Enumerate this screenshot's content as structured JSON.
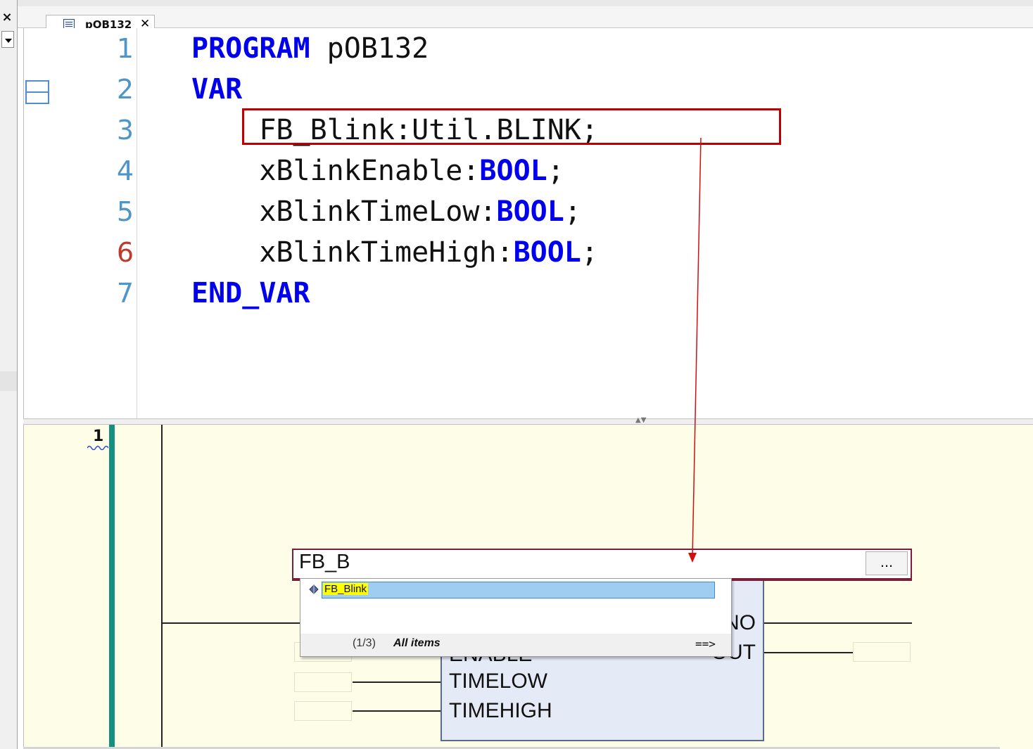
{
  "window": {
    "close_glyph": "×",
    "tab": {
      "label": "pOB132",
      "close_glyph": "✕",
      "icon": "program-pou-icon"
    }
  },
  "editor": {
    "lines": [
      {
        "number": "1",
        "tokens": [
          {
            "text": "PROGRAM",
            "kind": "keyword"
          },
          {
            "text": " pOB132",
            "kind": "plain"
          }
        ]
      },
      {
        "number": "2",
        "tokens": [
          {
            "text": "VAR",
            "kind": "keyword"
          }
        ]
      },
      {
        "number": "3",
        "tokens": [
          {
            "text": "    FB_Blink:Util.BLINK;",
            "kind": "plain"
          }
        ]
      },
      {
        "number": "4",
        "tokens": [
          {
            "text": "    xBlinkEnable:",
            "kind": "plain"
          },
          {
            "text": "BOOL",
            "kind": "keyword"
          },
          {
            "text": ";",
            "kind": "plain"
          }
        ]
      },
      {
        "number": "5",
        "tokens": [
          {
            "text": "    xBlinkTimeLow:",
            "kind": "plain"
          },
          {
            "text": "BOOL",
            "kind": "keyword"
          },
          {
            "text": ";",
            "kind": "plain"
          }
        ]
      },
      {
        "number": "6",
        "modified": true,
        "tokens": [
          {
            "text": "    xBlinkTimeHigh:",
            "kind": "plain"
          },
          {
            "text": "BOOL",
            "kind": "keyword"
          },
          {
            "text": ";",
            "kind": "plain"
          }
        ]
      },
      {
        "number": "7",
        "tokens": [
          {
            "text": "END_VAR",
            "kind": "keyword"
          }
        ]
      }
    ],
    "colors": {
      "keyword": "#0000ee",
      "line_number": "#4f95c7",
      "modified_line_number": "#c0392b",
      "highlight": "#c00000"
    }
  },
  "fbd": {
    "rung_number": "1",
    "block": {
      "pins_in": [
        "ENABLE",
        "TIMELOW",
        "TIMEHIGH"
      ],
      "pins_out": [
        "ENO",
        "OUT"
      ]
    },
    "instance_input": {
      "value": "FB_B",
      "browse_label": "..."
    },
    "autocomplete": {
      "items": [
        {
          "label": "FB_Blink",
          "icon": "variable-icon"
        }
      ],
      "count": "(1/3)",
      "filter": "All items",
      "more": "==>"
    },
    "colors": {
      "background": "#fdfde8",
      "rung_bar": "#158f80",
      "block": "#e5eaf7"
    }
  }
}
